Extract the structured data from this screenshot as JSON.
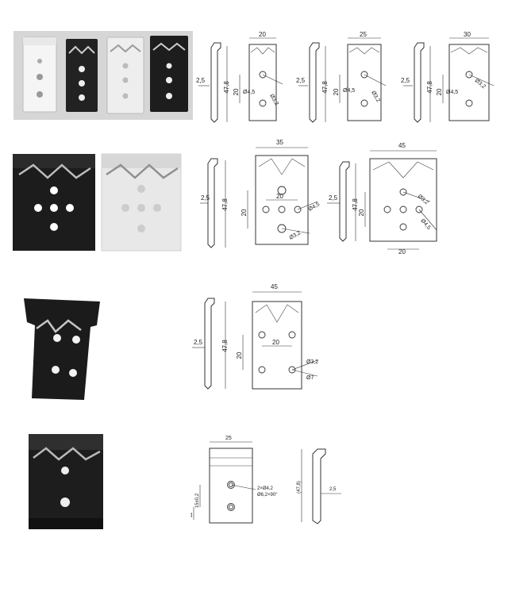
{
  "colors": {
    "black_anodized": "#1f2021",
    "silver": "#e6e6e6",
    "white": "#f4f4f4",
    "line": "#333333"
  },
  "rows": [
    {
      "photo_desc": "four-clips-white-black-silver-black",
      "drawings": [
        {
          "width": "20",
          "height": "47,8",
          "offset": "2,5",
          "pitch": "20",
          "d1": "Ø4,5",
          "d2": "Ø3,2"
        },
        {
          "width": "25",
          "height": "47,8",
          "offset": "2,5",
          "pitch": "20",
          "d1": "Ø4,5",
          "d2": "Ø3,2"
        },
        {
          "width": "30",
          "height": "47,8",
          "offset": "2,5",
          "pitch": "20",
          "d1": "Ø4,5",
          "d2": "Ø3,2"
        }
      ]
    },
    {
      "drawings": [
        {
          "width": "35",
          "height": "47,8",
          "offset": "2,5",
          "pitch_v": "20",
          "pitch_h": "20",
          "d1": "Ø4,5",
          "d2": "Ø3,2"
        },
        {
          "width": "45",
          "height": "47,8",
          "offset": "2,5",
          "pitch_v": "20",
          "pitch_h": "20",
          "d1": "Ø3,2",
          "d2": "Ø4,5"
        }
      ]
    },
    {
      "drawings": [
        {
          "width": "45",
          "height": "47,8",
          "offset": "2,5",
          "pitch_v": "20",
          "pitch_h": "20",
          "d1": "Ø3,2",
          "d2": "Ø7"
        }
      ]
    },
    {
      "drawings": [
        {
          "width": "25",
          "pitch_top": "15±0,2",
          "pitch_bottom": "12",
          "callout_1": "2×Ø4,2",
          "callout_2": "Ø6,2×90°",
          "height": "(47,8)",
          "offset": "2,5"
        }
      ]
    }
  ]
}
